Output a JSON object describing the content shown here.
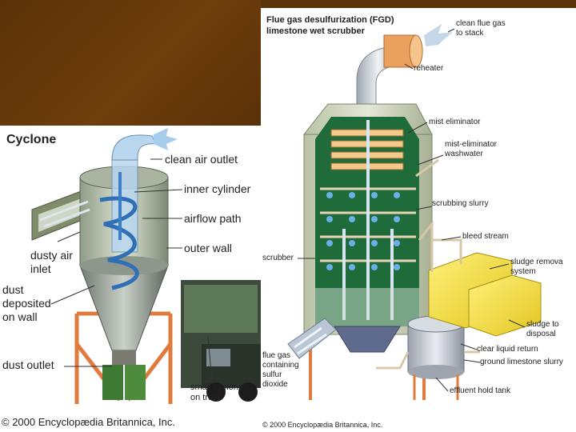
{
  "cyclone": {
    "title": "Cyclone",
    "labels": {
      "clean_air_outlet": "clean air outlet",
      "inner_cylinder": "inner cylinder",
      "airflow_path": "airflow path",
      "outer_wall": "outer wall",
      "dusty_air_inlet_1": "dusty air",
      "dusty_air_inlet_2": "inlet",
      "dust_deposited_1": "dust",
      "dust_deposited_2": "deposited",
      "dust_deposited_3": "on wall",
      "dust_outlet": "dust outlet",
      "small_cyclone_1": "small cyclone",
      "small_cyclone_2": "on truck"
    },
    "copyright": "© 2000 Encyclopædia Britannica, Inc."
  },
  "fgd": {
    "title_1": "Flue gas desulfurization (FGD)",
    "title_2": "limestone wet scrubber",
    "labels": {
      "clean_flue_gas_1": "clean flue gas",
      "clean_flue_gas_2": "to stack",
      "reheater": "reheater",
      "mist_eliminator": "mist eliminator",
      "mist_washwater_1": "mist-eliminator",
      "mist_washwater_2": "washwater",
      "scrubbing_slurry": "scrubbing slurry",
      "bleed_stream": "bleed stream",
      "scrubber": "scrubber",
      "sludge_removal_1": "sludge remova",
      "sludge_removal_2": "system",
      "sludge_disposal_1": "sludge to",
      "sludge_disposal_2": "disposal",
      "clear_liquid_return": "clear liquid return",
      "ground_limestone": "ground limestone slurry",
      "flue_gas_1": "flue gas",
      "flue_gas_2": "containing",
      "flue_gas_3": "sulfur",
      "flue_gas_4": "dioxide",
      "effluent_tank": "effluent hold tank"
    },
    "copyright": "© 2000 Encyclopædia Britannica, Inc."
  },
  "colors": {
    "background_brown": "#5e360a",
    "scrubber_green": "#1f6b3a",
    "tank_yellow": "#f2de3c",
    "pipe_orange": "#e79a52",
    "air_blue": "#9cc6e6"
  }
}
